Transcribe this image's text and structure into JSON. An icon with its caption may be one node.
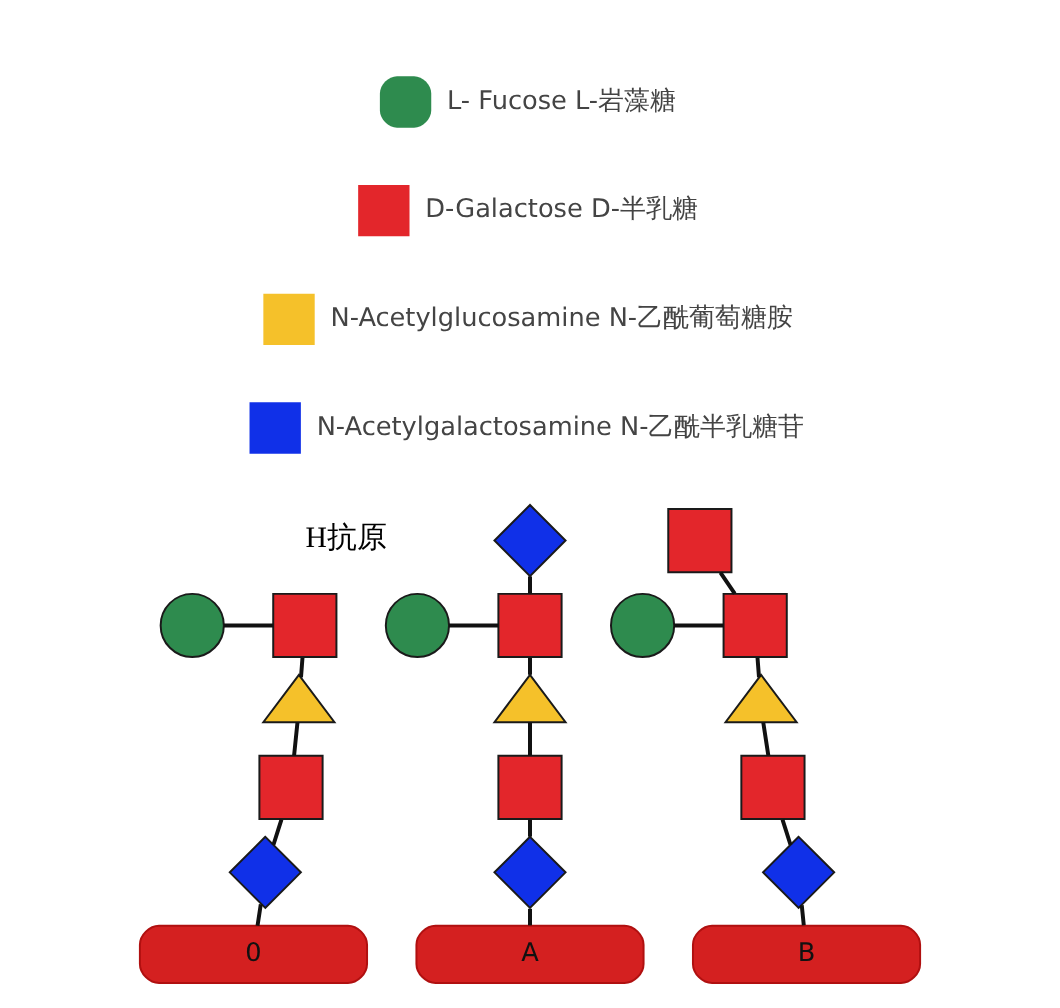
{
  "diagram": {
    "nodes": [
      {
        "text": [
          "0"
        ]
      },
      {
        "text": [
          "A"
        ]
      },
      {
        "text": [
          "B"
        ]
      },
      {
        "text": [],
        "shape": "circle"
      },
      {
        "text": [],
        "shape": "box"
      },
      {
        "text": [],
        "shape": "triangle"
      },
      {
        "text": [],
        "shape": "box"
      },
      {
        "text": [],
        "shape": "diamond"
      },
      {
        "text": [],
        "shape": "diamond"
      },
      {
        "text": [],
        "shape": "circle"
      },
      {
        "text": [],
        "shape": "box"
      },
      {
        "text": [],
        "shape": "triangle"
      },
      {
        "text": [],
        "shape": "box"
      },
      {
        "text": [],
        "shape": "diamond"
      },
      {
        "text": [],
        "shape": "box"
      },
      {
        "text": [],
        "shape": "circle"
      },
      {
        "text": [],
        "shape": "box"
      },
      {
        "text": [],
        "shape": "triangle"
      },
      {
        "text": [],
        "shape": "box"
      },
      {
        "text": [],
        "shape": "diamond"
      }
    ],
    "edges": [
      {
        "from": 3,
        "to": 4,
        "arrow": "none"
      },
      {
        "from": 4,
        "to": 5,
        "arrow": "none"
      },
      {
        "from": 5,
        "to": 6,
        "arrow": "none"
      },
      {
        "from": 6,
        "to": 7,
        "arrow": "none"
      },
      {
        "from": 7,
        "to": 0,
        "arrow": "none"
      },
      {
        "from": 8,
        "to": 10,
        "arrow": "none"
      },
      {
        "from": 9,
        "to": 10,
        "arrow": "none"
      },
      {
        "from": 10,
        "to": 11,
        "arrow": "none"
      },
      {
        "from": 11,
        "to": 12,
        "arrow": "none"
      },
      {
        "from": 12,
        "to": 13,
        "arrow": "none"
      },
      {
        "from": 13,
        "to": 1,
        "arrow": "none"
      },
      {
        "from": 14,
        "to": 16,
        "arrow": "none"
      },
      {
        "from": 15,
        "to": 16,
        "arrow": "none"
      },
      {
        "from": 16,
        "to": 17,
        "arrow": "none"
      },
      {
        "from": 17,
        "to": 18,
        "arrow": "none"
      },
      {
        "from": 18,
        "to": 19,
        "arrow": "none"
      },
      {
        "from": 19,
        "to": 2,
        "arrow": "none"
      }
    ],
    "labels": [
      "H抗原"
    ],
    "legend": [
      {
        "text": "L- Fucose L-岩藻糖"
      },
      {
        "text": "D-Galactose D-半乳糖"
      },
      {
        "text": "N-Acetylglucosamine N-乙酰葡萄糖胺"
      },
      {
        "text": "N-Acetylgalactosamine N-乙酰半乳糖苷"
      }
    ]
  }
}
